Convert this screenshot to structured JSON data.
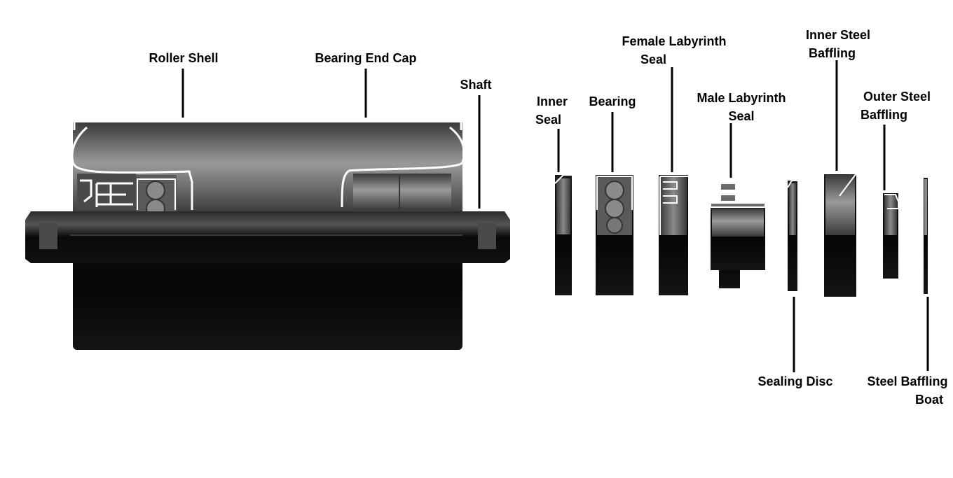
{
  "labels": {
    "roller_shell": "Roller Shell",
    "bearing_end_cap": "Bearing End Cap",
    "shaft": "Shaft",
    "inner_seal": [
      "Inner",
      "Seal"
    ],
    "bearing": "Bearing",
    "female_labyrinth_seal": [
      "Female Labyrinth",
      "Seal"
    ],
    "male_labyrinth_seal": [
      "Male Labyrinth",
      "Seal"
    ],
    "inner_steel_baffling": [
      "Inner Steel",
      "Baffling"
    ],
    "outer_steel_baffling": [
      "Outer Steel",
      "Baffling"
    ],
    "sealing_disc": "Sealing Disc",
    "steel_baffling_boat": [
      "Steel Baffling",
      "Boat"
    ]
  },
  "colors": {
    "dark": "#111111",
    "metal_mid": "#5a5a5a",
    "metal_light": "#9a9a9a",
    "outline": "#ffffff",
    "leader": "#000000"
  }
}
